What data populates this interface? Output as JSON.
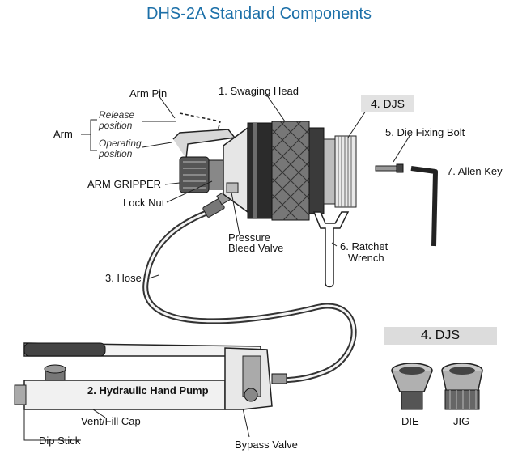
{
  "title": "DHS-2A Standard Components",
  "labels": {
    "arm": "Arm",
    "arm_pin": "Arm Pin",
    "release": "Release",
    "release_position": "position",
    "operating": "Operating",
    "operating_position": "position",
    "arm_gripper": "ARM GRIPPER",
    "lock_nut": "Lock Nut",
    "swaging_head": "1. Swaging Head",
    "djs_tag": "4. DJS",
    "die_fixing_bolt": "5. Die Fixing Bolt",
    "allen_key": "7. Allen Key",
    "pressure": "Pressure",
    "bleed_valve": "Bleed Valve",
    "ratchet": "6. Ratchet",
    "wrench": "Wrench",
    "hose": "3. Hose",
    "hydraulic_hand_pump": "2. Hydraulic Hand Pump",
    "vent_fill_cap": "Vent/Fill Cap",
    "dip_stick": "Dip Stick",
    "bypass_valve": "Bypass Valve",
    "djs_panel_title": "4. DJS",
    "die": "DIE",
    "jig": "JIG"
  }
}
